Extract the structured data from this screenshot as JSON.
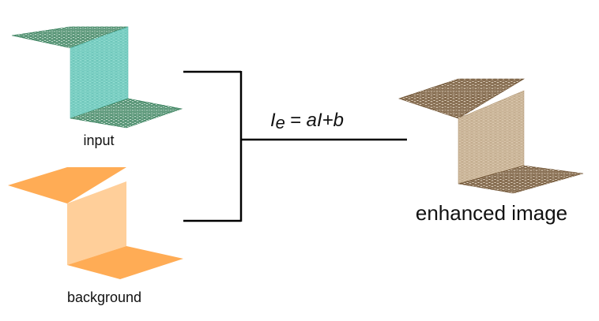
{
  "labels": {
    "input": "input",
    "background": "background",
    "enhanced": "enhanced image"
  },
  "formula": {
    "lhs_symbol": "I",
    "lhs_subscript": "e",
    "rhs": "= aI+b"
  },
  "colors": {
    "input_horizontal": "#2f7a55",
    "input_vertical": "#7fd6c8",
    "background_horizontal": "#ffac55",
    "background_vertical": "#ffcf9a",
    "enhanced_horizontal": "#8a6a42",
    "enhanced_vertical": "#d9c2a2",
    "connector": "#000000"
  }
}
